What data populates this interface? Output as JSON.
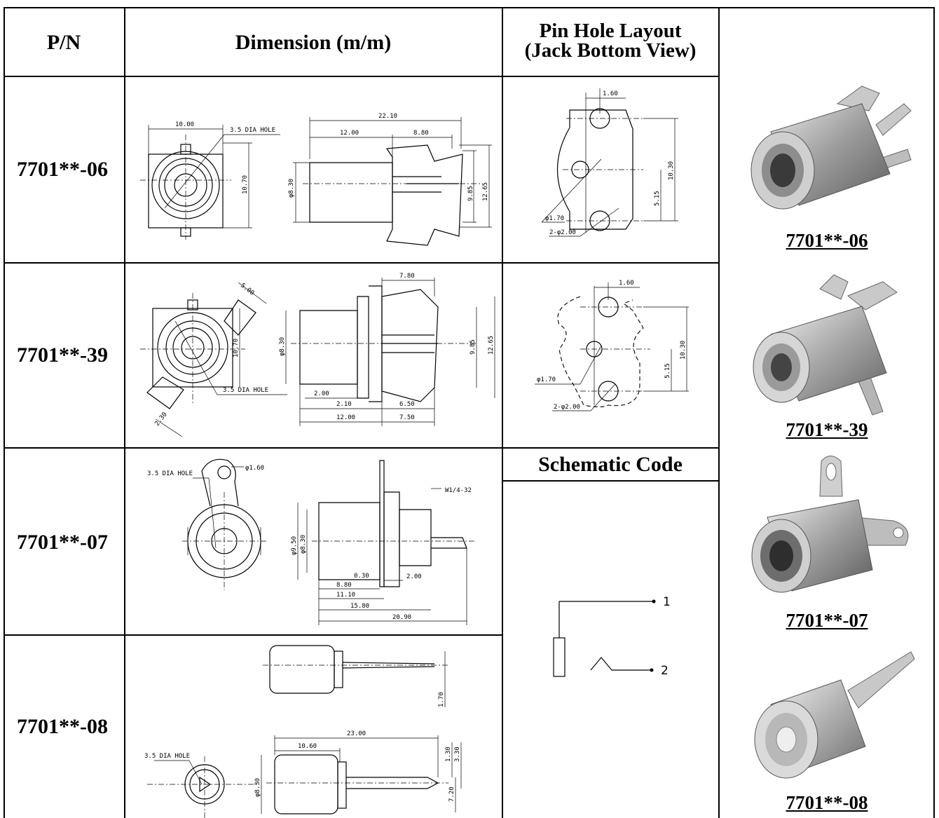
{
  "header": {
    "pn": "P/N",
    "dimension": "Dimension (m/m)",
    "pin_layout_line1": "Pin Hole Layout",
    "pin_layout_line2": "(Jack Bottom View)",
    "schematic": "Schematic Code"
  },
  "rows": [
    {
      "pn": "7701**-06",
      "photo_label": "7701**-06"
    },
    {
      "pn": "7701**-39",
      "photo_label": "7701**-39"
    },
    {
      "pn": "7701**-07",
      "photo_label": "7701**-07"
    },
    {
      "pn": "7701**-08",
      "photo_label": "7701**-08"
    }
  ],
  "drawing_labels": {
    "r06": {
      "d1000": "10.00",
      "hole": "3.5 DIA HOLE",
      "d1070": "10.70",
      "d2210": "22.10",
      "d1200": "12.00",
      "d880": "8.80",
      "dia830": "φ8.30",
      "d985": "9.85",
      "d1265": "12.65"
    },
    "r39": {
      "d500": "5.00",
      "d1070": "10.70",
      "hole": "3.5 DIA HOLE",
      "d230": "2.30",
      "dia830": "φ8.30",
      "d780": "7.80",
      "d985": "9.85",
      "d1265": "12.65",
      "d200": "2.00",
      "d210": "2.10",
      "d650": "6.50",
      "d1200": "12.00",
      "d750": "7.50"
    },
    "r07": {
      "dia160": "φ1.60",
      "hole": "3.5 DIA HOLE",
      "thread": "W1/4-32",
      "dia950": "φ9.50",
      "dia830": "φ8.30",
      "d030": "0.30",
      "d200": "2.00",
      "d880": "8.80",
      "d1110": "11.10",
      "d1580": "15.80",
      "d2090": "20.90"
    },
    "r08": {
      "d170": "1.70",
      "hole": "3.5 DIA HOLE",
      "d2300": "23.00",
      "d1060": "10.60",
      "d130": "1.30",
      "d330": "3.30",
      "dia830": "φ8.30",
      "d720": "7.20"
    },
    "pin06": {
      "d160": "1.60",
      "d1030": "10.30",
      "d515": "5.15",
      "dia170": "φ1.70",
      "dia200": "2-φ2.00"
    },
    "pin39": {
      "d160": "1.60",
      "d1030": "10.30",
      "d515": "5.15",
      "dia170": "φ1.70",
      "dia200": "2-φ2.00"
    },
    "schematic": {
      "pin1": "1",
      "pin2": "2"
    }
  },
  "colors": {
    "grid": "#000000",
    "text": "#000000",
    "metal": "#b9b9b9"
  }
}
